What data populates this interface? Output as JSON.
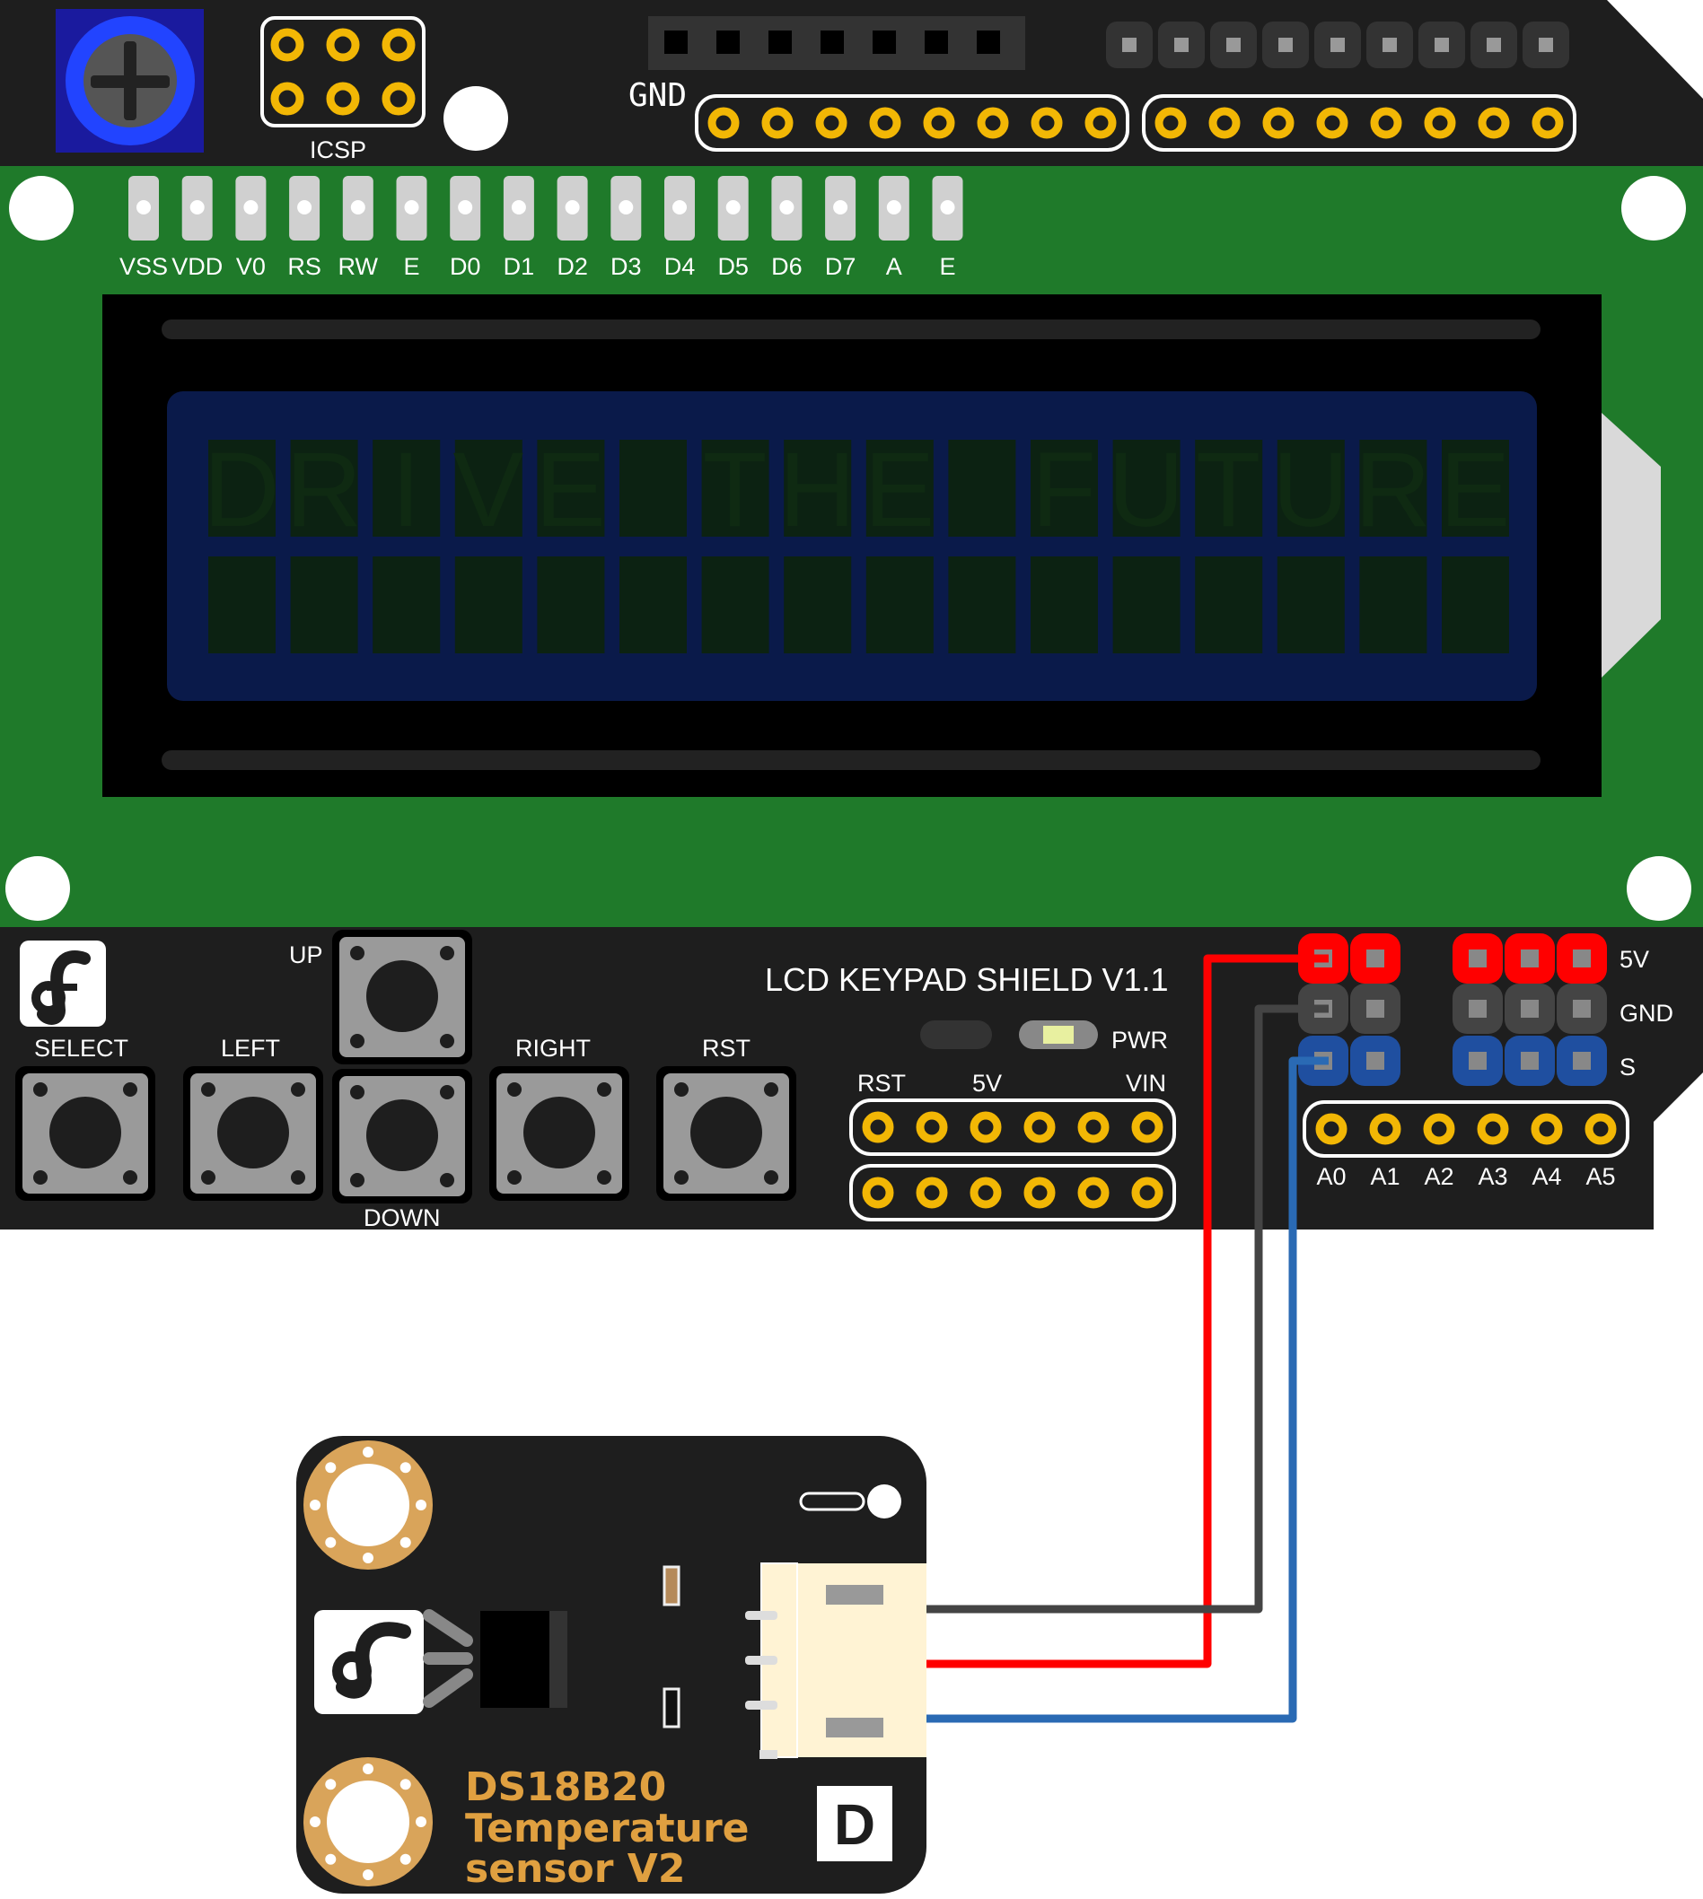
{
  "colors": {
    "board_black": "#1e1e1e",
    "pcb_green": "#1f7a2a",
    "lcd_blue": "#0a1a4a",
    "header_gold": "#f2b705",
    "wire_red": "#ff0000",
    "wire_gray": "#444444",
    "wire_blue": "#2a6ab4",
    "sensor_text": "#e0a040"
  },
  "shield": {
    "title": "LCD KEYPAD SHIELD V1.1",
    "icsp_label": "ICSP",
    "gnd_label": "GND",
    "lcd_pins": [
      "VSS",
      "VDD",
      "V0",
      "RS",
      "RW",
      "E",
      "D0",
      "D1",
      "D2",
      "D3",
      "D4",
      "D5",
      "D6",
      "D7",
      "A",
      "E"
    ],
    "lcd_text_row1": "DRIVE THE FUTURE",
    "buttons": {
      "select": "SELECT",
      "left": "LEFT",
      "up": "UP",
      "down": "DOWN",
      "right": "RIGHT",
      "rst": "RST"
    },
    "pwr_label": "PWR",
    "power_header": {
      "rst": "RST",
      "v5": "5V",
      "vin": "VIN"
    },
    "gadgeteer_rows": {
      "v5": "5V",
      "gnd": "GND",
      "s": "S"
    },
    "analog_pins": [
      "A0",
      "A1",
      "A2",
      "A3",
      "A4",
      "A5"
    ]
  },
  "sensor": {
    "name_line1": "DS18B20",
    "name_line2": "Temperature",
    "name_line3": "sensor V2",
    "badge": "D"
  }
}
